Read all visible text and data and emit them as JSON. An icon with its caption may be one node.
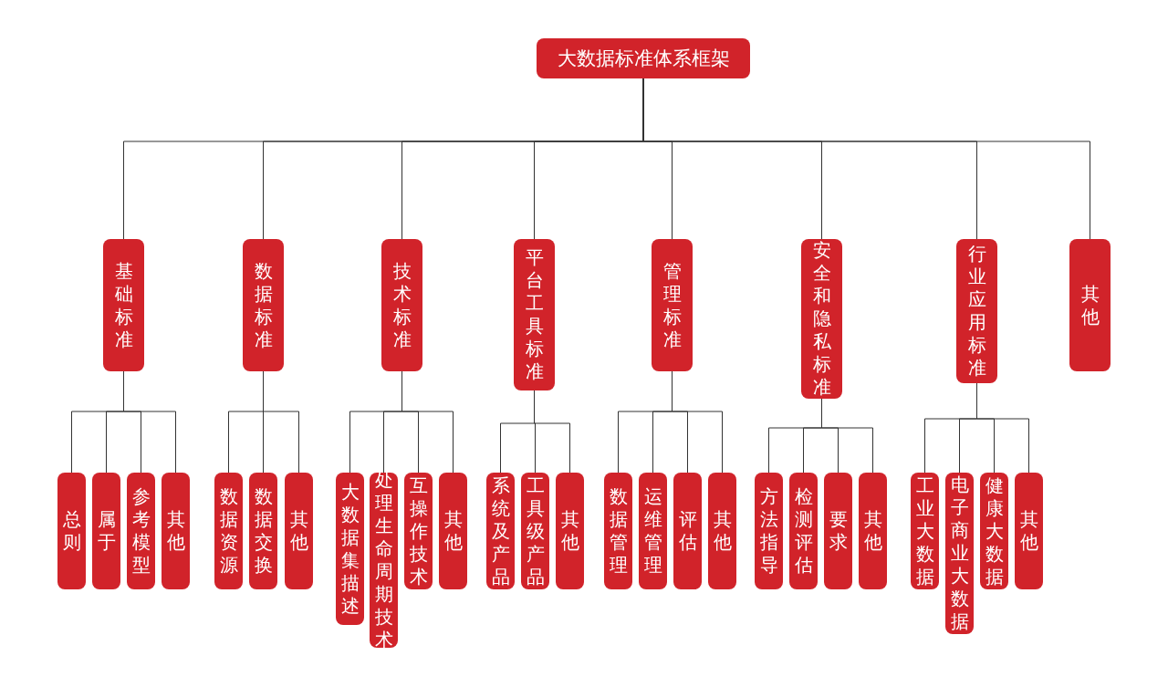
{
  "diagram": {
    "nodes": [
      {
        "text": [
          "大数据标准体系框架"
        ]
      },
      {
        "text": [
          "基础标准"
        ]
      },
      {
        "text": [
          "数据标准"
        ]
      },
      {
        "text": [
          "技术标准"
        ]
      },
      {
        "text": [
          "平台工具标准"
        ]
      },
      {
        "text": [
          "管理标准"
        ]
      },
      {
        "text": [
          "安全和隐私标准"
        ]
      },
      {
        "text": [
          "行业应用标准"
        ]
      },
      {
        "text": [
          "其他"
        ]
      },
      {
        "text": [
          "总则"
        ]
      },
      {
        "text": [
          "属于"
        ]
      },
      {
        "text": [
          "参考模型"
        ]
      },
      {
        "text": [
          "其他"
        ]
      },
      {
        "text": [
          "数据资源"
        ]
      },
      {
        "text": [
          "数据交换"
        ]
      },
      {
        "text": [
          "其他"
        ]
      },
      {
        "text": [
          "大数据集描述"
        ]
      },
      {
        "text": [
          "处理生命周期技术"
        ]
      },
      {
        "text": [
          "互操作技术"
        ]
      },
      {
        "text": [
          "其他"
        ]
      },
      {
        "text": [
          "系统及产品"
        ]
      },
      {
        "text": [
          "工具级产品"
        ]
      },
      {
        "text": [
          "其他"
        ]
      },
      {
        "text": [
          "数据管理"
        ]
      },
      {
        "text": [
          "运维管理"
        ]
      },
      {
        "text": [
          "评估"
        ]
      },
      {
        "text": [
          "其他"
        ]
      },
      {
        "text": [
          "方法指导"
        ]
      },
      {
        "text": [
          "检测评估"
        ]
      },
      {
        "text": [
          "要求"
        ]
      },
      {
        "text": [
          "其他"
        ]
      },
      {
        "text": [
          "工业大数据"
        ]
      },
      {
        "text": [
          "电子商业大数据"
        ]
      },
      {
        "text": [
          "健康大数据"
        ]
      },
      {
        "text": [
          "其他"
        ]
      }
    ],
    "edges": [
      {
        "from": 0,
        "to": 1,
        "arrow": "none"
      },
      {
        "from": 0,
        "to": 2,
        "arrow": "none"
      },
      {
        "from": 0,
        "to": 3,
        "arrow": "none"
      },
      {
        "from": 0,
        "to": 4,
        "arrow": "none"
      },
      {
        "from": 0,
        "to": 5,
        "arrow": "none"
      },
      {
        "from": 0,
        "to": 6,
        "arrow": "none"
      },
      {
        "from": 0,
        "to": 7,
        "arrow": "none"
      },
      {
        "from": 0,
        "to": 8,
        "arrow": "none"
      },
      {
        "from": 1,
        "to": 9,
        "arrow": "none"
      },
      {
        "from": 1,
        "to": 10,
        "arrow": "none"
      },
      {
        "from": 1,
        "to": 11,
        "arrow": "none"
      },
      {
        "from": 1,
        "to": 12,
        "arrow": "none"
      },
      {
        "from": 2,
        "to": 13,
        "arrow": "none"
      },
      {
        "from": 2,
        "to": 14,
        "arrow": "none"
      },
      {
        "from": 2,
        "to": 15,
        "arrow": "none"
      },
      {
        "from": 3,
        "to": 16,
        "arrow": "none"
      },
      {
        "from": 3,
        "to": 17,
        "arrow": "none"
      },
      {
        "from": 3,
        "to": 18,
        "arrow": "none"
      },
      {
        "from": 3,
        "to": 19,
        "arrow": "none"
      },
      {
        "from": 4,
        "to": 20,
        "arrow": "none"
      },
      {
        "from": 4,
        "to": 21,
        "arrow": "none"
      },
      {
        "from": 4,
        "to": 22,
        "arrow": "none"
      },
      {
        "from": 5,
        "to": 23,
        "arrow": "none"
      },
      {
        "from": 5,
        "to": 24,
        "arrow": "none"
      },
      {
        "from": 5,
        "to": 25,
        "arrow": "none"
      },
      {
        "from": 5,
        "to": 26,
        "arrow": "none"
      },
      {
        "from": 6,
        "to": 27,
        "arrow": "none"
      },
      {
        "from": 6,
        "to": 28,
        "arrow": "none"
      },
      {
        "from": 6,
        "to": 29,
        "arrow": "none"
      },
      {
        "from": 6,
        "to": 30,
        "arrow": "none"
      },
      {
        "from": 7,
        "to": 31,
        "arrow": "none"
      },
      {
        "from": 7,
        "to": 32,
        "arrow": "none"
      },
      {
        "from": 7,
        "to": 33,
        "arrow": "none"
      },
      {
        "from": 7,
        "to": 34,
        "arrow": "none"
      }
    ]
  }
}
